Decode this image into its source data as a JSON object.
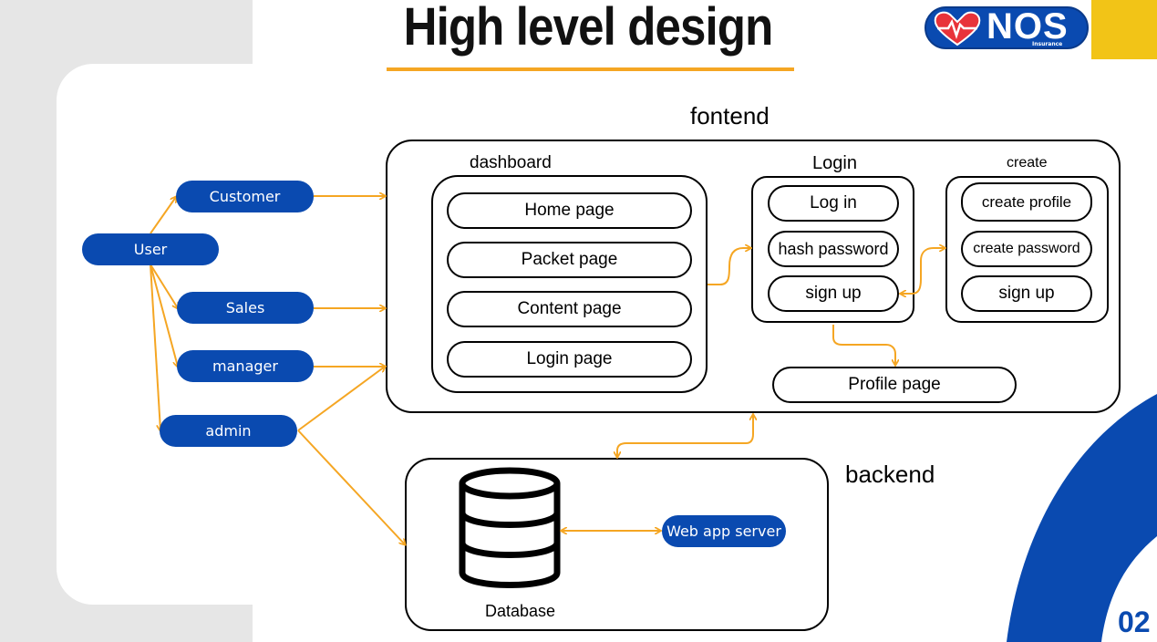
{
  "slide": {
    "title": "High level design",
    "page_number": "02",
    "logo_text": "NOS",
    "logo_subtext": "Insurance",
    "colors": {
      "blue": "#0a4ab0",
      "yellow": "#f2c417",
      "orange": "#f5a623"
    }
  },
  "actors": {
    "user": "User",
    "customer": "Customer",
    "sales": "Sales",
    "manager": "manager",
    "admin": "admin"
  },
  "frontend": {
    "label": "fontend",
    "dashboard": {
      "label": "dashboard",
      "pages": [
        "Home page",
        "Packet page",
        "Content page",
        "Login page"
      ]
    },
    "login": {
      "label": "Login",
      "items": [
        "Log in",
        "hash password",
        "sign up"
      ]
    },
    "create": {
      "label": "create",
      "items": [
        "create profile",
        "create password",
        "sign up"
      ]
    },
    "profile_page": "Profile page"
  },
  "backend": {
    "label": "backend",
    "database": "Database",
    "web_app_server": "Web app server"
  }
}
